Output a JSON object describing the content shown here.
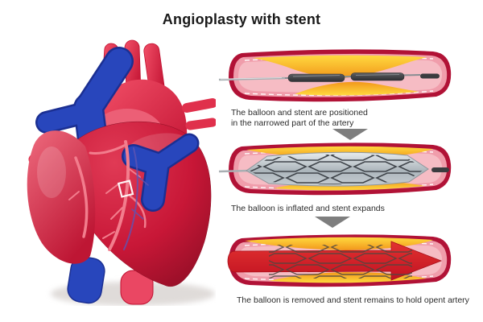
{
  "title": "Angioplasty with stent",
  "stages": [
    {
      "caption_lines": [
        "The balloon and stent are positioned",
        "in the narrowed part of the artery"
      ]
    },
    {
      "caption_lines": [
        "The balloon is inflated and stent expands"
      ]
    },
    {
      "caption_lines": [
        "The balloon is removed and stent remains to hold opent artery"
      ]
    }
  ],
  "colors": {
    "background": "#FFFFFF",
    "title_text": "#1A1A1A",
    "caption_text": "#2B2B2B",
    "step_arrow_gray": "#7E7E7E",
    "artery_outer_red": "#B11236",
    "artery_wall_pink": "#F09DAB",
    "artery_lumen_pink": "#F6BCC4",
    "inner_wall_dashed_white": "#FFFFFF",
    "plaque_yellow": "#FFD93F",
    "plaque_orange": "#F2971B",
    "catheter_wire_gray": "#A9AFB3",
    "catheter_shaft_gray": "#878D92",
    "folded_balloon_dark": "#45464A",
    "balloon_tip_dark": "#3B3C3F",
    "inflated_balloon_gray": "#C6CDD2",
    "stent_mesh_dark": "#3F444A",
    "stent_mesh_stage3": "#4E463F",
    "blood_flow_red": "#D6212B",
    "blood_flow_dark": "#A80F1B",
    "heart_red": "#C81737",
    "heart_dark_red": "#8C0D24",
    "atrium_light_red": "#E4455F",
    "left_atrium_pink": "#EC5F76",
    "aorta_red": "#E73550",
    "aorta_dark": "#C01030",
    "vessel_blue": "#2846BC",
    "vessel_blue_dark": "#1B2F92",
    "coronary_pink": "#F27D8D",
    "vein_purple": "#5E54B4",
    "shadow_gray": "#DAD5D3",
    "marker_white": "#FFFFFF"
  }
}
